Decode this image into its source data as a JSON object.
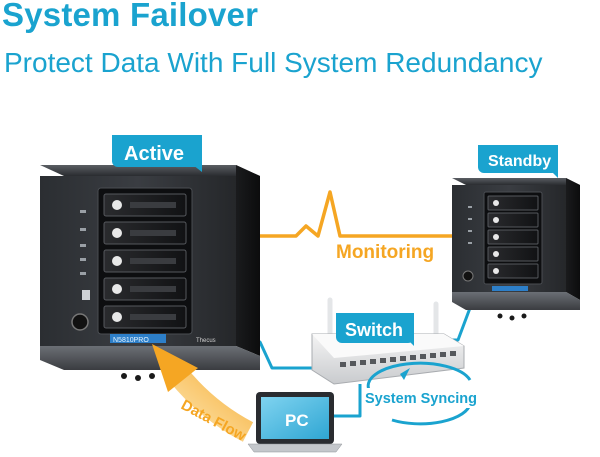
{
  "header": {
    "title": "System Failover",
    "subtitle": "Protect Data With Full System Redundancy"
  },
  "badges": {
    "active": "Active",
    "standby": "Standby",
    "switch": "Switch",
    "pc": "PC"
  },
  "labels": {
    "monitoring": "Monitoring",
    "system_syncing": "System Syncing",
    "data_flow": "Data Flow"
  },
  "device_text": {
    "active_lcd": "N5810PRO",
    "brand": "Thecus"
  },
  "colors": {
    "accent_blue": "#1aa3cf",
    "accent_orange": "#f5a623",
    "device_dark": "#1d1f22"
  }
}
